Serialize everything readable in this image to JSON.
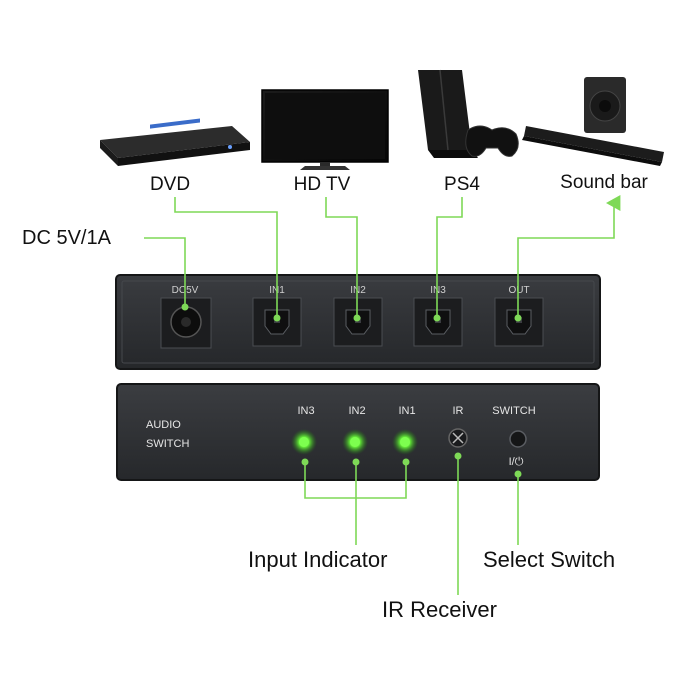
{
  "devices": {
    "dvd": "DVD",
    "hdtv": "HD TV",
    "ps4": "PS4",
    "soundbar": "Sound bar"
  },
  "power_label": "DC 5V/1A",
  "rear_panel": {
    "dc_label": "DC5V",
    "in1": "IN1",
    "in2": "IN2",
    "in3": "IN3",
    "out": "OUT"
  },
  "front_panel": {
    "brand_line1": "AUDIO",
    "brand_line2": "SWITCH",
    "in3": "IN3",
    "in2": "IN2",
    "in1": "IN1",
    "ir": "IR",
    "switch": "SWITCH",
    "power_symbol": "I/⏻"
  },
  "callouts": {
    "input_indicator": "Input Indicator",
    "select_switch": "Select Switch",
    "ir_receiver": "IR Receiver"
  },
  "colors": {
    "line": "#7ed957",
    "led": "#5bff3a",
    "panel": "#2e3033",
    "panel_edge": "#1a1b1d"
  }
}
